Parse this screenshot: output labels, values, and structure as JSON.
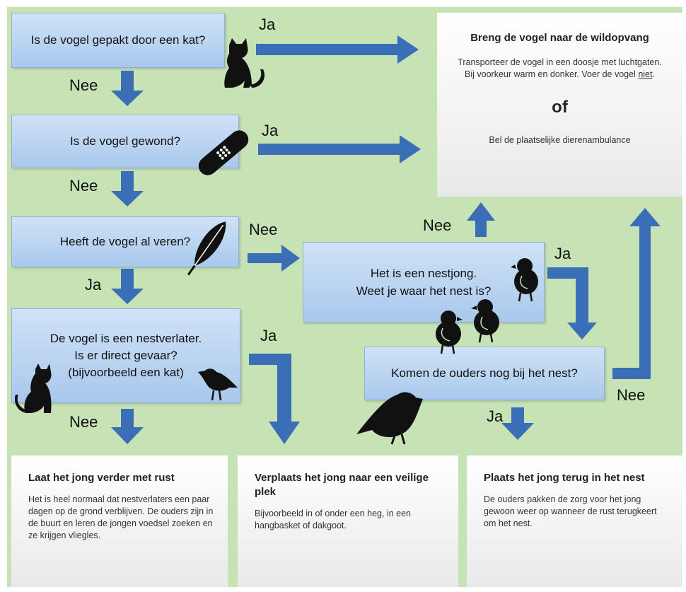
{
  "colors": {
    "background": "#c7e3b6",
    "arrow": "#3a6fb8",
    "question_box": "#b9d3f1",
    "answer_box": "#f2f2f2"
  },
  "questions": {
    "q1": "Is de vogel gepakt door een kat?",
    "q2": "Is de vogel gewond?",
    "q3": "Heeft de vogel al veren?",
    "q4": "De vogel is een nestverlater.\nIs er direct gevaar?\n(bijvoorbeeld een kat)",
    "q5": "Het is een nestjong.\nWeet je waar het nest is?",
    "q6": "Komen de ouders nog bij het nest?"
  },
  "labels": {
    "q1_ja": "Ja",
    "q1_nee": "Nee",
    "q2_ja": "Ja",
    "q2_nee": "Nee",
    "q3_nee": "Nee",
    "q3_ja": "Ja",
    "q4_ja": "Ja",
    "q4_nee": "Nee",
    "q5_nee": "Nee",
    "q5_ja": "Ja",
    "q6_nee": "Nee",
    "q6_ja": "Ja"
  },
  "outcomes": {
    "wildopvang": {
      "title": "Breng de vogel naar de wildopvang",
      "text_before": "Transporteer de vogel in een doosje met luchtgaten. Bij voorkeur warm en donker. Voer de vogel ",
      "text_underlined": "niet",
      "text_after": ".",
      "or": "of",
      "alt": "Bel de plaatselijke dierenambulance"
    },
    "rust": {
      "title": "Laat het jong verder met rust",
      "text": "Het is heel normaal dat nestverlaters een paar dagen op de grond verblijven. De ouders zijn in de buurt en leren de jongen voedsel zoeken en ze krijgen vliegles."
    },
    "verplaats": {
      "title": "Verplaats het jong naar een veilige plek",
      "text": "Bijvoorbeeld in of onder een heg, in een hangbasket of dakgoot."
    },
    "terug": {
      "title": "Plaats het jong terug in het nest",
      "text": "De ouders pakken de zorg voor het jong gewoon weer op wanneer de rust terugkeert om het nest."
    }
  },
  "icons": [
    "cat-icon",
    "bandage-icon",
    "feather-icon",
    "chick-icon",
    "bird-icon"
  ]
}
